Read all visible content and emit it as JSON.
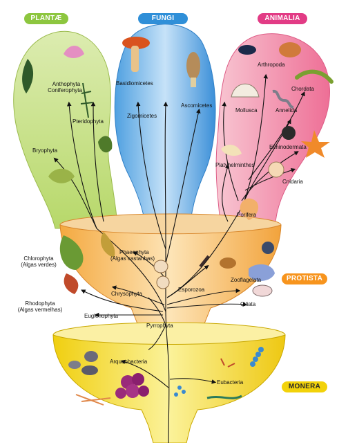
{
  "kingdoms": {
    "plantae": {
      "label": "PLANTÆ",
      "color": "#8dc63f"
    },
    "fungi": {
      "label": "FUNGI",
      "color": "#2f8fd8"
    },
    "animalia": {
      "label": "ANIMALIA",
      "color": "#e23b85"
    },
    "protista": {
      "label": "PROTISTA",
      "color": "#f7941d"
    },
    "monera": {
      "label": "MONERA",
      "color": "#f2d20a"
    }
  },
  "plantae_taxa": {
    "anthophyta": "Anthophyta",
    "coniferophyta": "Coniferophyta",
    "pteridophyta": "Pteridophyta",
    "bryophyta": "Bryophyta"
  },
  "fungi_taxa": {
    "basidiomicetes": "Basidiomicetes",
    "zigomicetes": "Zigomicetes",
    "ascomicetes": "Ascomicetes"
  },
  "animalia_taxa": {
    "arthropoda": "Arthropoda",
    "chordata": "Chordata",
    "mollusca": "Mollusca",
    "annelida": "Annelida",
    "echinodermata": "Echinodermata",
    "platyhelminthes": "Platyhelminthes",
    "cnidaria": "Cnidaria",
    "porifera": "Porifera"
  },
  "protista_taxa": {
    "chlorophyta": "Chlorophyta",
    "chlorophyta_common": "(Algas verdes)",
    "phaeophyta": "Phaeophyta",
    "phaeophyta_common": "(Algas castanhas)",
    "rhodophyta": "Rhodophyta",
    "rhodophyta_common": "(Algas vermelhas)",
    "chrysophyta": "Chrysophyta",
    "esporozoa": "Esporozoa",
    "zooflagelata": "Zooflagelata",
    "ciliata": "Ciliata",
    "euglenophyta": "Euglenophyta",
    "pyrrophyta": "Pyrrophyta"
  },
  "monera_taxa": {
    "arqueobacteria": "Arqueobacteria",
    "eubacteria": "Eubacteria"
  },
  "colors": {
    "plantae_fill": "#cfe49a",
    "fungi_fill": "#8ec4ee",
    "animalia_fill": "#f4a2b8",
    "protista_fill": "#f6c27a",
    "monera_fill": "#f6e33a",
    "branch": "#111111"
  }
}
